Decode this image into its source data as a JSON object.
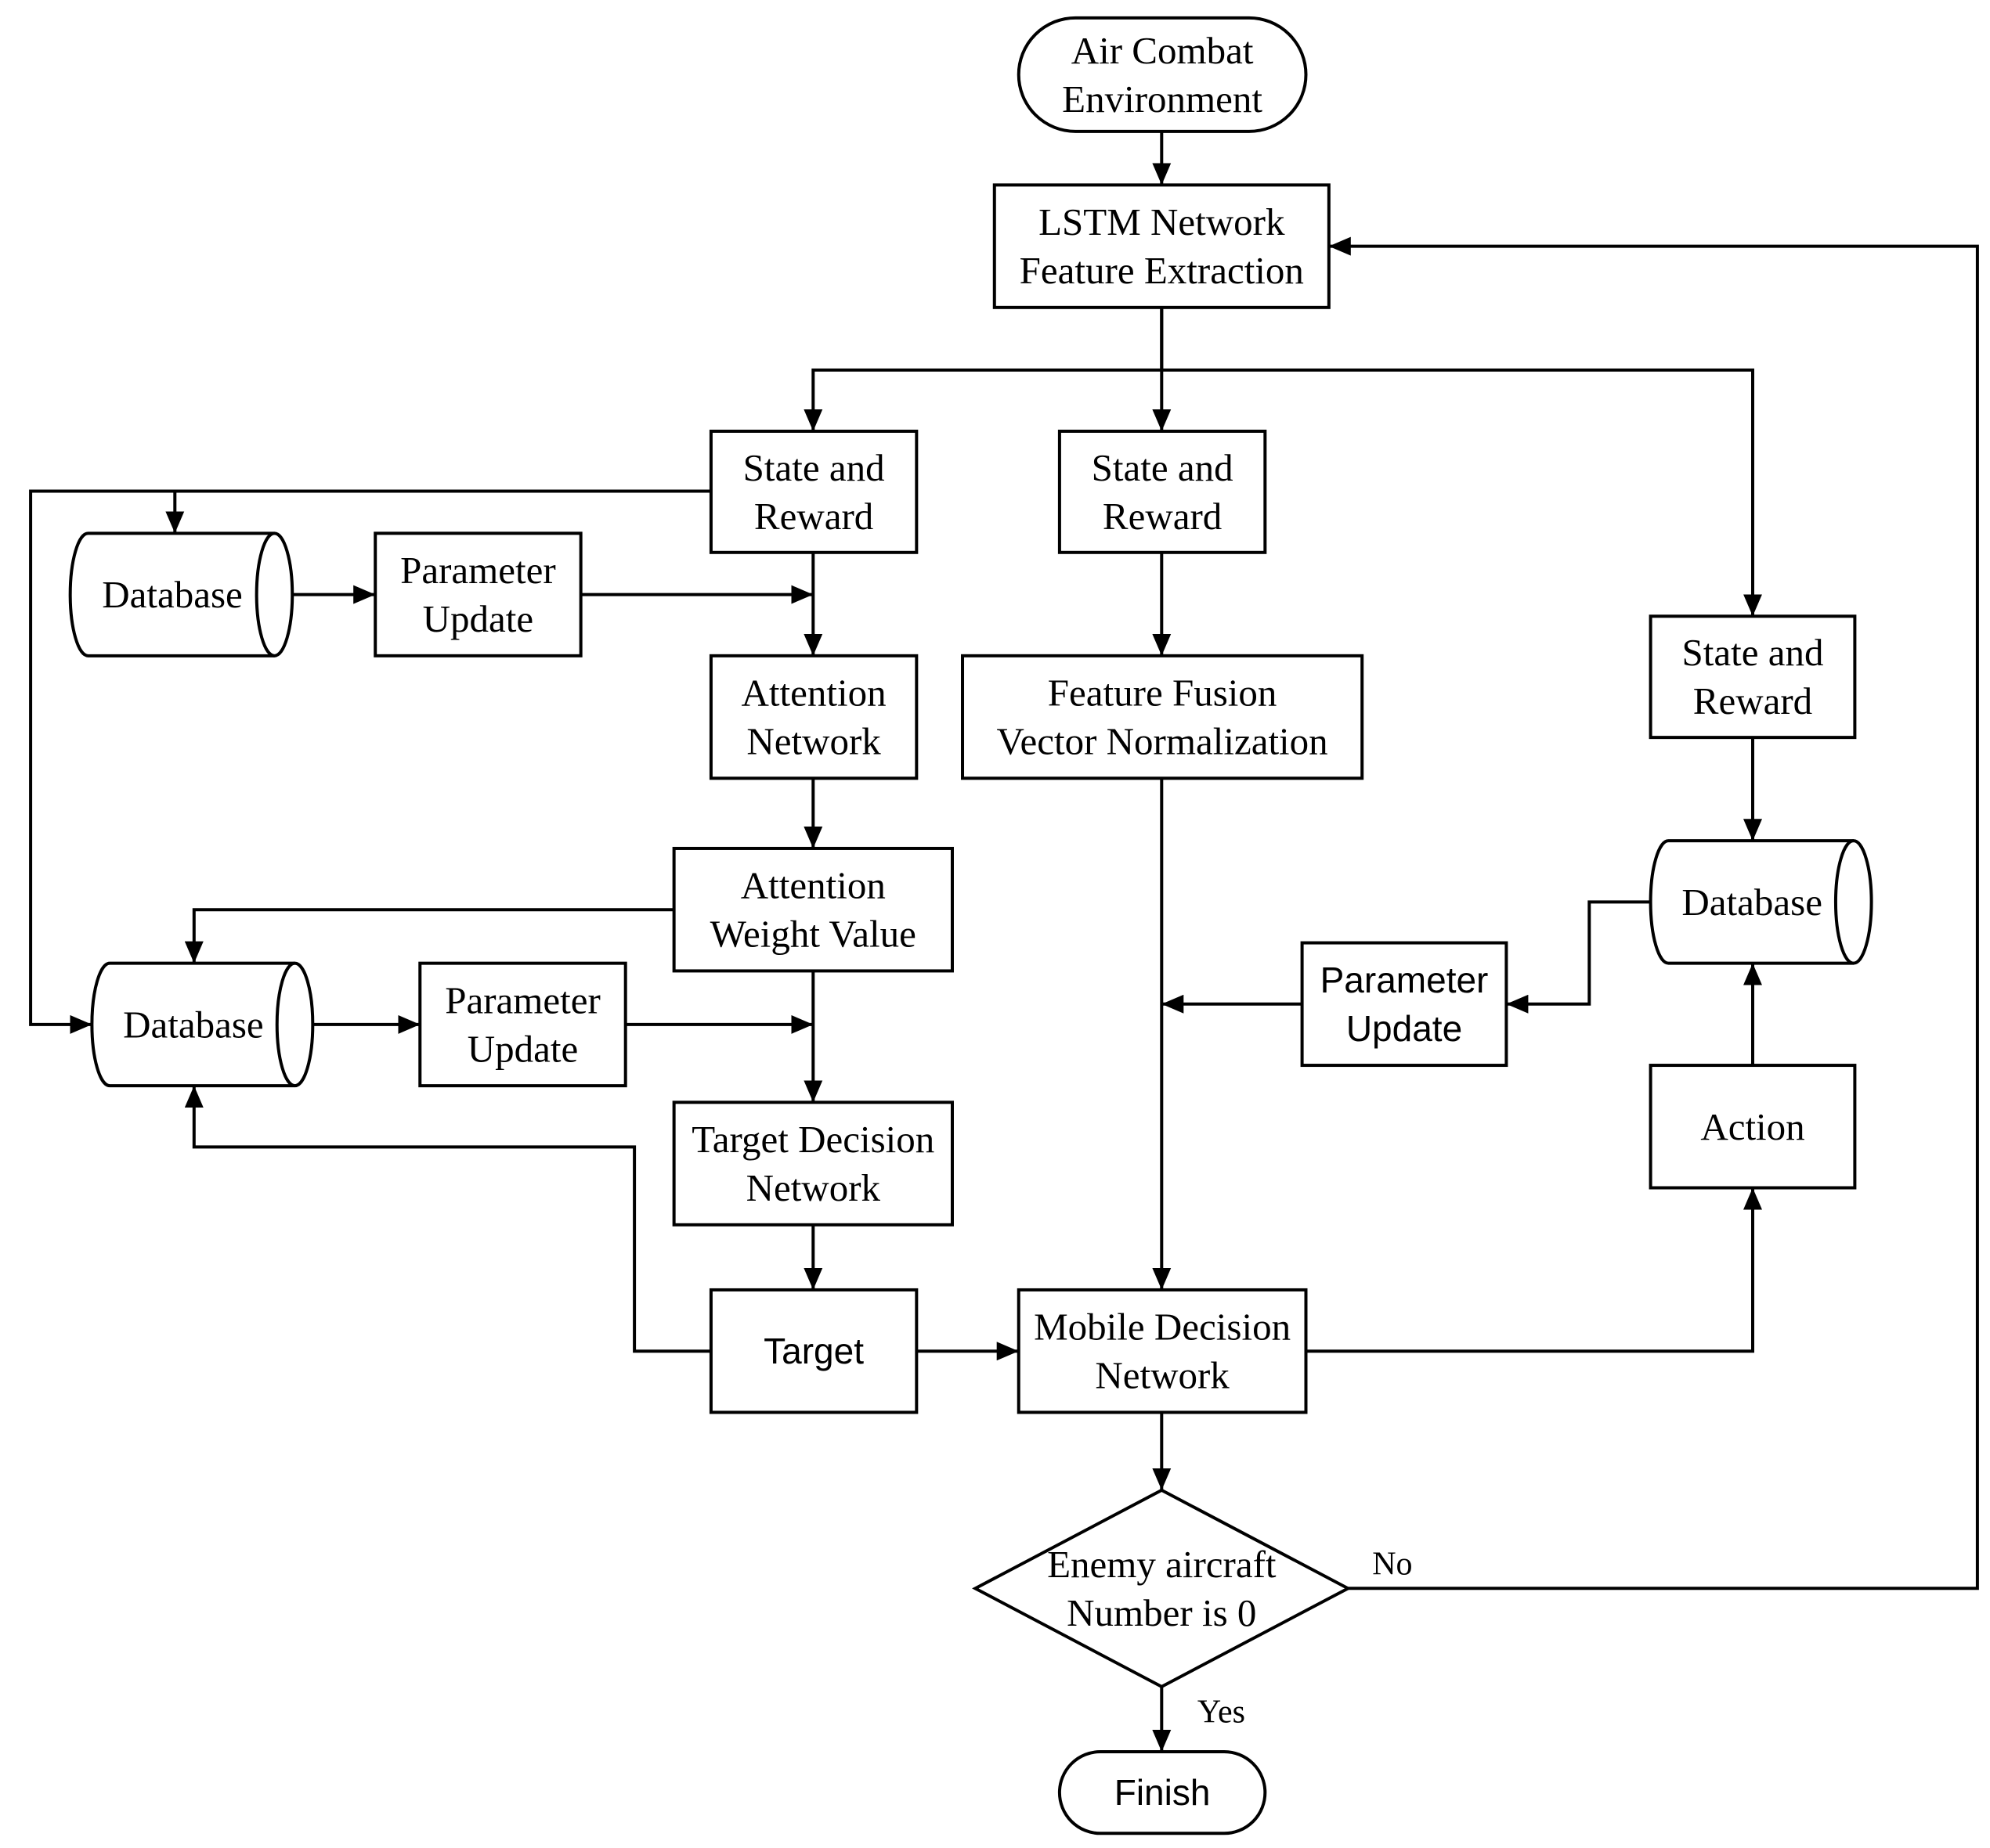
{
  "nodes": [
    {
      "id": "air_combat_env",
      "kind": "terminal",
      "lines": [
        "Air Combat",
        "Environment"
      ]
    },
    {
      "id": "lstm",
      "kind": "process",
      "lines": [
        "LSTM Network",
        "Feature Extraction"
      ]
    },
    {
      "id": "sr_left",
      "kind": "process",
      "lines": [
        "State and",
        "Reward"
      ]
    },
    {
      "id": "sr_mid",
      "kind": "process",
      "lines": [
        "State and",
        "Reward"
      ]
    },
    {
      "id": "sr_right",
      "kind": "process",
      "lines": [
        "State and",
        "Reward"
      ]
    },
    {
      "id": "db_top_left",
      "kind": "database",
      "lines": [
        "Database"
      ]
    },
    {
      "id": "pu_top_left",
      "kind": "process",
      "lines": [
        "Parameter",
        "Update"
      ]
    },
    {
      "id": "attention_network",
      "kind": "process",
      "lines": [
        "Attention",
        "Network"
      ]
    },
    {
      "id": "feature_fusion",
      "kind": "process",
      "lines": [
        "Feature Fusion",
        "Vector Normalization"
      ]
    },
    {
      "id": "attention_weight",
      "kind": "process",
      "lines": [
        "Attention",
        "Weight Value"
      ]
    },
    {
      "id": "db_bottom_left",
      "kind": "database",
      "lines": [
        "Database"
      ]
    },
    {
      "id": "pu_bottom_left",
      "kind": "process",
      "lines": [
        "Parameter",
        "Update"
      ]
    },
    {
      "id": "db_right",
      "kind": "database",
      "lines": [
        "Database"
      ]
    },
    {
      "id": "pu_right",
      "kind": "process",
      "lines": [
        "Parameter",
        "Update"
      ],
      "font": "sans"
    },
    {
      "id": "target_decision",
      "kind": "process",
      "lines": [
        "Target Decision",
        "Network"
      ]
    },
    {
      "id": "action",
      "kind": "process",
      "lines": [
        "Action"
      ]
    },
    {
      "id": "target",
      "kind": "process",
      "lines": [
        "Target"
      ],
      "font": "sans"
    },
    {
      "id": "mobile_decision",
      "kind": "process",
      "lines": [
        "Mobile Decision",
        "Network"
      ]
    },
    {
      "id": "enemy_check",
      "kind": "decision",
      "lines": [
        "Enemy aircraft",
        "Number is 0"
      ]
    },
    {
      "id": "finish",
      "kind": "terminal",
      "lines": [
        "Finish"
      ],
      "font": "sans"
    }
  ],
  "edges": [
    {
      "id": "e1",
      "from": "air_combat_env",
      "to": "lstm"
    },
    {
      "id": "e2",
      "from": "lstm",
      "to": "sr_left"
    },
    {
      "id": "e3",
      "from": "lstm",
      "to": "sr_mid"
    },
    {
      "id": "e4",
      "from": "lstm",
      "to": "sr_right"
    },
    {
      "id": "e5",
      "from": "sr_left",
      "to": "db_top_left"
    },
    {
      "id": "e6",
      "from": "sr_left",
      "to": "db_bottom_left"
    },
    {
      "id": "e7",
      "from": "db_top_left",
      "to": "pu_top_left"
    },
    {
      "id": "e8",
      "from": "pu_top_left",
      "to": "attention_network"
    },
    {
      "id": "e9",
      "from": "sr_left",
      "to": "attention_network"
    },
    {
      "id": "e10",
      "from": "attention_network",
      "to": "attention_weight"
    },
    {
      "id": "e11",
      "from": "attention_weight",
      "to": "db_bottom_left"
    },
    {
      "id": "e12",
      "from": "attention_weight",
      "to": "target_decision"
    },
    {
      "id": "e13",
      "from": "db_bottom_left",
      "to": "pu_bottom_left"
    },
    {
      "id": "e14",
      "from": "pu_bottom_left",
      "to": "target_decision"
    },
    {
      "id": "e15",
      "from": "target_decision",
      "to": "target"
    },
    {
      "id": "e16",
      "from": "target",
      "to": "db_bottom_left"
    },
    {
      "id": "e17",
      "from": "target",
      "to": "mobile_decision"
    },
    {
      "id": "e18",
      "from": "sr_mid",
      "to": "feature_fusion"
    },
    {
      "id": "e19",
      "from": "feature_fusion",
      "to": "mobile_decision"
    },
    {
      "id": "e20",
      "from": "sr_right",
      "to": "db_right"
    },
    {
      "id": "e21",
      "from": "db_right",
      "to": "pu_right"
    },
    {
      "id": "e22",
      "from": "pu_right",
      "to": "mobile_decision"
    },
    {
      "id": "e23",
      "from": "mobile_decision",
      "to": "action"
    },
    {
      "id": "e24",
      "from": "action",
      "to": "db_right"
    },
    {
      "id": "e25",
      "from": "mobile_decision",
      "to": "enemy_check"
    },
    {
      "id": "e26",
      "from": "enemy_check",
      "to": "lstm",
      "label": "No"
    },
    {
      "id": "e27",
      "from": "enemy_check",
      "to": "finish",
      "label": "Yes"
    }
  ]
}
